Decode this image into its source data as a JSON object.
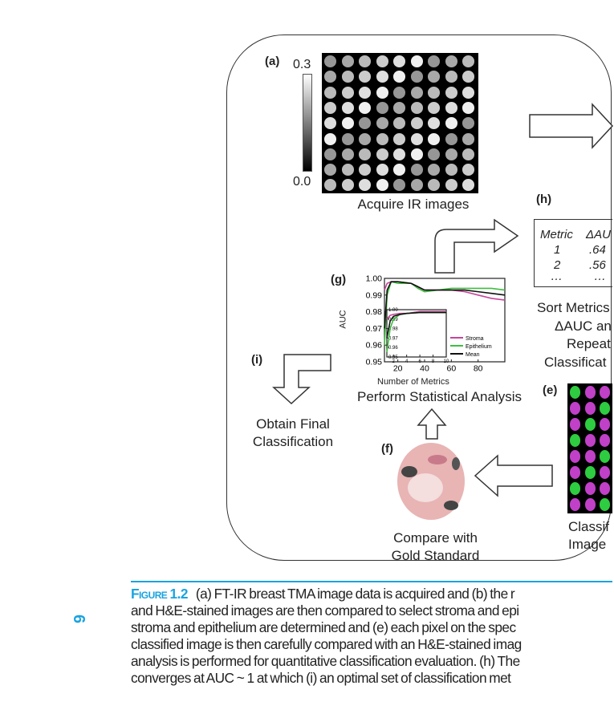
{
  "panels": {
    "a": {
      "label": "(a)",
      "caption": "Acquire IR images",
      "colorbar_max": "0.3",
      "colorbar_min": "0.0"
    },
    "e": {
      "label": "(e)",
      "caption_lines": [
        "Classif",
        "Image"
      ]
    },
    "f": {
      "label": "(f)",
      "caption_lines": [
        "Compare with",
        "Gold Standard"
      ]
    },
    "g": {
      "label": "(g)",
      "caption": "Perform Statistical Analysis"
    },
    "h": {
      "label": "(h)",
      "caption_lines": [
        "Sort Metrics",
        "ΔAUC an",
        "Repeat",
        "Classificat"
      ],
      "table": {
        "headers": [
          "Metric",
          "ΔAU"
        ],
        "rows": [
          [
            "1",
            ".64"
          ],
          [
            "2",
            ".56"
          ],
          [
            "…",
            "…"
          ]
        ]
      }
    },
    "i": {
      "label": "(i)",
      "caption_lines": [
        "Obtain Final",
        "Classification"
      ]
    }
  },
  "chart_data": {
    "type": "line",
    "xlabel": "Number of Metrics",
    "ylabel": "AUC",
    "xlim": [
      10,
      100
    ],
    "ylim": [
      0.95,
      1.0
    ],
    "xticks": [
      "20",
      "40",
      "60",
      "80"
    ],
    "yticks": [
      "0.95",
      "0.96",
      "0.97",
      "0.98",
      "0.99",
      "1.00"
    ],
    "x": [
      10,
      12,
      15,
      20,
      30,
      35,
      40,
      50,
      60,
      70,
      80,
      90,
      100
    ],
    "series": [
      {
        "name": "Stroma",
        "color": "#c8449b",
        "values": [
          0.993,
          0.997,
          0.998,
          0.998,
          0.997,
          0.995,
          0.993,
          0.993,
          0.993,
          0.992,
          0.99,
          0.988,
          0.987
        ]
      },
      {
        "name": "Epithelium",
        "color": "#3fbf3f",
        "values": [
          0.96,
          0.99,
          0.998,
          0.997,
          0.997,
          0.994,
          0.992,
          0.993,
          0.994,
          0.994,
          0.994,
          0.994,
          0.993
        ]
      },
      {
        "name": "Mean",
        "color": "#111111",
        "values": [
          0.97,
          0.993,
          0.998,
          0.998,
          0.997,
          0.995,
          0.993,
          0.993,
          0.993,
          0.993,
          0.992,
          0.991,
          0.99
        ]
      }
    ],
    "inset": {
      "xlim": [
        1,
        10
      ],
      "ylim": [
        0.95,
        1.0
      ],
      "xticks": [
        "2",
        "4",
        "6",
        "8",
        "10"
      ],
      "yticks": [
        "0.95",
        "0.96",
        "0.97",
        "0.98",
        "0.99",
        "1.00"
      ],
      "x": [
        1,
        1.5,
        2,
        3,
        4,
        6,
        8,
        10
      ],
      "series": [
        {
          "name": "Stroma",
          "values": [
            0.99,
            0.994,
            0.995,
            0.996,
            0.996,
            0.998,
            0.998,
            0.998
          ]
        },
        {
          "name": "Epithelium",
          "values": [
            0.955,
            0.98,
            0.99,
            0.995,
            0.996,
            0.997,
            0.997,
            0.997
          ]
        },
        {
          "name": "Mean",
          "values": [
            0.97,
            0.988,
            0.993,
            0.995,
            0.996,
            0.997,
            0.997,
            0.997
          ]
        }
      ]
    },
    "legend": "inside-bottom-right"
  },
  "caption": {
    "figure_label": "Figure 1.2",
    "lines": [
      "(a) FT-IR breast TMA image data is acquired and (b) the r",
      "and H&E-stained images are then compared to select stroma and epi",
      "stroma and epithelium are determined and (e) each pixel on the spec",
      "classified image is then carefully compared with an H&E-stained imag",
      "analysis is performed for quantitative classification evaluation. (h) The",
      "converges at AUC ~ 1 at which (i) an optimal set of classification met"
    ]
  },
  "page_number": "6",
  "colors": {
    "accent": "#1aa3e0",
    "stroma": "#c8449b",
    "epithelium": "#3fbf3f"
  }
}
